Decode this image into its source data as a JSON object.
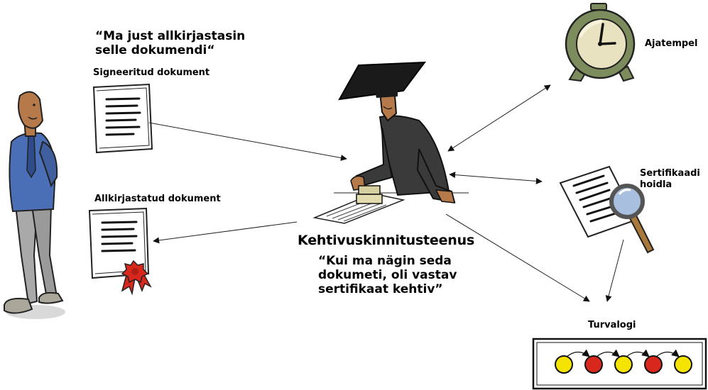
{
  "user": {
    "quote": "“Ma just allkirjastasin\nselle dokumendi“",
    "signed_doc_label": "Signeeritud dokument",
    "stamped_doc_label": "Allkirjastatud dokument"
  },
  "service": {
    "title": "Kehtivuskinnitusteenus",
    "quote": "“Kui ma nägin seda\ndokumeti, oli vastav\nsertifikaat kehtiv”"
  },
  "timestamp": {
    "label": "Ajatempel"
  },
  "cert_store": {
    "label": "Sertifikaadi\nhoidla"
  },
  "security_log": {
    "label": "Turvalogi",
    "entries": [
      "yellow",
      "red",
      "yellow",
      "red",
      "yellow"
    ]
  },
  "colors": {
    "shirt": "#4a6fb6",
    "trousers": "#a9a9a9",
    "skin": "#b5794a",
    "robe": "#3a3a3a",
    "clock": "#7c8c5c",
    "seal": "#d8281e",
    "log_yellow": "#f5e400",
    "log_red": "#d8281e"
  }
}
